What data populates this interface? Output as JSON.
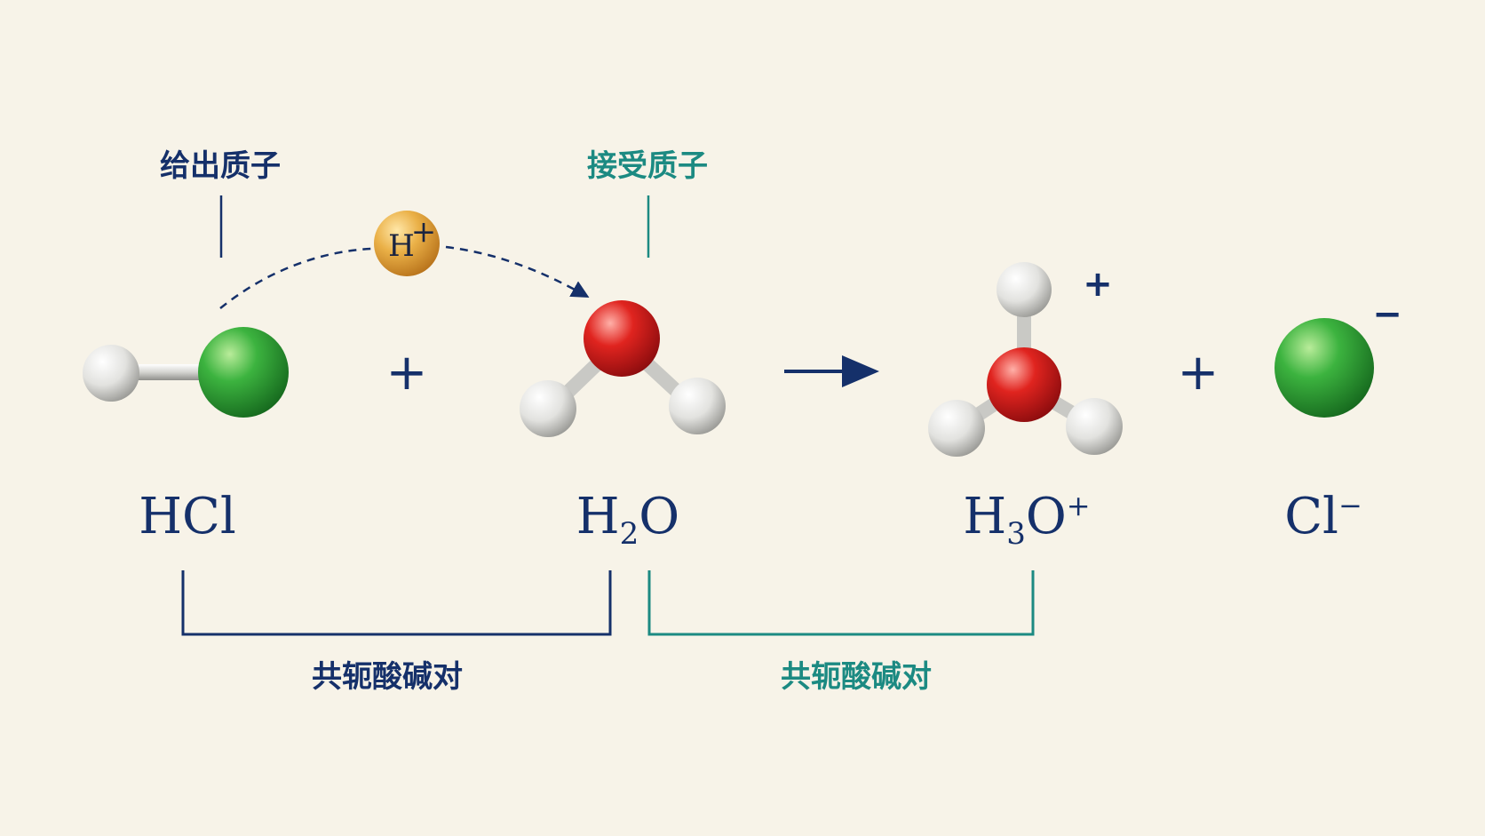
{
  "labels": {
    "donate": "给出质子",
    "accept": "接受质子",
    "pair_left": "共轭酸碱对",
    "pair_right": "共轭酸碱对"
  },
  "proton": {
    "symbol": "H",
    "charge": "+"
  },
  "formulas": {
    "hcl": "HCl",
    "h2o": {
      "a": "H",
      "sub": "2",
      "b": "O"
    },
    "h3o": {
      "a": "H",
      "sub": "3",
      "b": "O",
      "sup": "+"
    },
    "cl": {
      "a": "Cl",
      "sup": "−"
    }
  },
  "operators": {
    "plus1": "+",
    "plus2": "+"
  },
  "charges": {
    "h3o": "+",
    "cl": "−"
  },
  "colors": {
    "background": "#f7f3e8",
    "navy": "#15306a",
    "teal": "#1c8a82",
    "chlorine": "#2fa33a",
    "oxygen": "#d81e22",
    "hydrogen": "#e8e8e6",
    "proton": "#e7a93a"
  }
}
